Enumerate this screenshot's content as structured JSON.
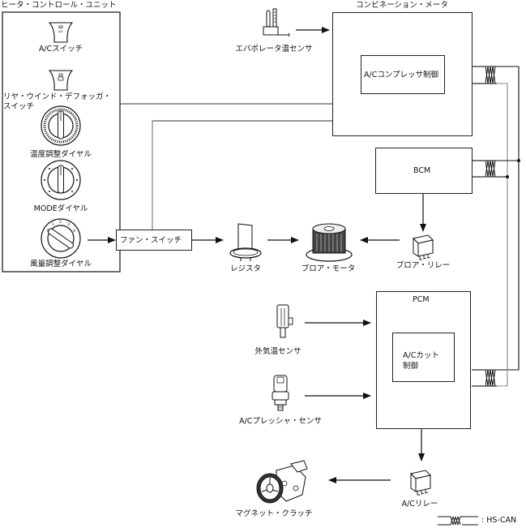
{
  "diagram": {
    "heater_control_unit": {
      "title": "ヒータ・コントロール・ユニット",
      "items": [
        {
          "name": "ac-switch",
          "label": "A/Cスイッチ",
          "icon_text": "A/C"
        },
        {
          "name": "rear-defogger-switch",
          "label_line1": "リヤ・ウインド・デフォッガ・",
          "label_line2": "スイッチ"
        },
        {
          "name": "temperature-dial",
          "label": "温度調整ダイヤル"
        },
        {
          "name": "mode-dial",
          "label": "MODEダイヤル"
        },
        {
          "name": "fan-speed-dial",
          "label": "風量調整ダイヤル",
          "dial_marks": [
            "0",
            "1",
            "2",
            "3",
            "4"
          ]
        }
      ]
    },
    "evaporator_sensor": {
      "label": "エバポレータ温センサ"
    },
    "combination_meter": {
      "title": "コンビネーション・メータ",
      "inner_label": "A/Cコンプレッサ制御"
    },
    "bcm": {
      "label": "BCM"
    },
    "fan_switch": {
      "label": "ファン・スイッチ"
    },
    "resistor": {
      "label": "レジスタ"
    },
    "blower_motor": {
      "label": "ブロア・モータ"
    },
    "blower_relay": {
      "label": "ブロア・リレー"
    },
    "pcm": {
      "title": "PCM",
      "inner_label_line1": "A/Cカット",
      "inner_label_line2": "制御"
    },
    "ambient_temp_sensor": {
      "label": "外気温センサ"
    },
    "ac_pressure_sensor": {
      "label": "A/Cプレッシャ・センサ"
    },
    "ac_relay": {
      "label": "A/Cリレー"
    },
    "magnet_clutch": {
      "label": "マグネット・クラッチ"
    },
    "legend": {
      "label": ": HS-CAN"
    }
  }
}
